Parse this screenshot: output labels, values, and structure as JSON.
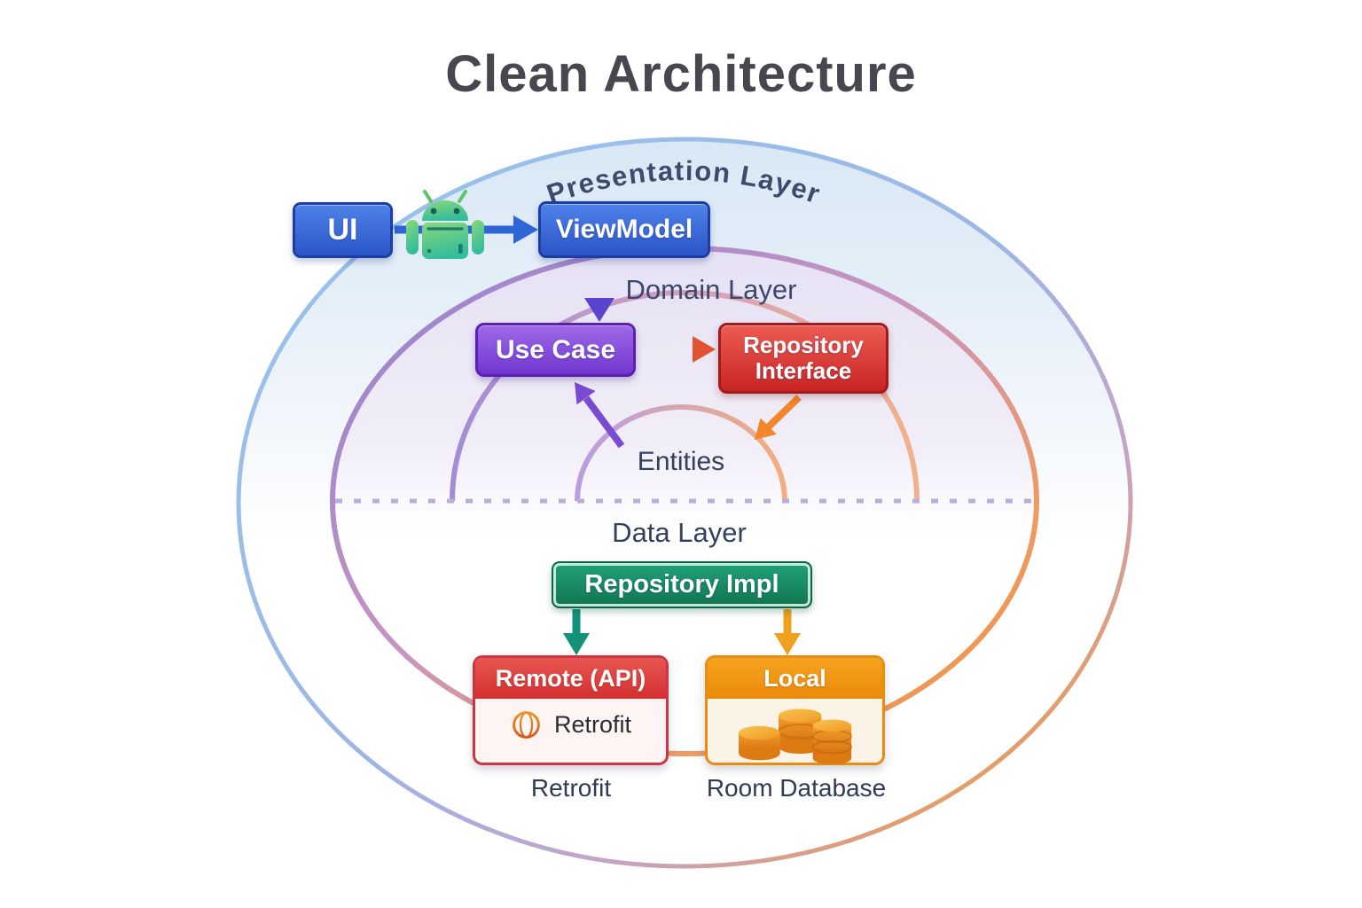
{
  "title": "Clean Architecture",
  "layers": {
    "presentation": "Presentation Layer",
    "domain": "Domain Layer",
    "data": "Data Layer",
    "entities": "Entities"
  },
  "nodes": {
    "ui": "UI",
    "viewmodel": "ViewModel",
    "use_case": "Use Case",
    "repository_interface": "Repository Interface",
    "repository_impl": "Repository Impl",
    "remote": "Remote (API)",
    "remote_tech": "Retrofit",
    "local": "Local"
  },
  "captions": {
    "remote_caption": "Retrofit",
    "local_caption": "Room Database"
  },
  "icons": {
    "android": "android-robot-icon",
    "globe": "globe-icon",
    "database": "database-icon"
  },
  "colors": {
    "blue_box": "#3a66d6",
    "purple_box": "#8448d8",
    "red_box": "#d93030",
    "green_box": "#168a60",
    "orange_box": "#f0981c",
    "ring_blue": "#8fc0ea",
    "ring_purple": "#9c8ad6",
    "ring_orange": "#f09a42",
    "label_color": "#3c486b"
  }
}
